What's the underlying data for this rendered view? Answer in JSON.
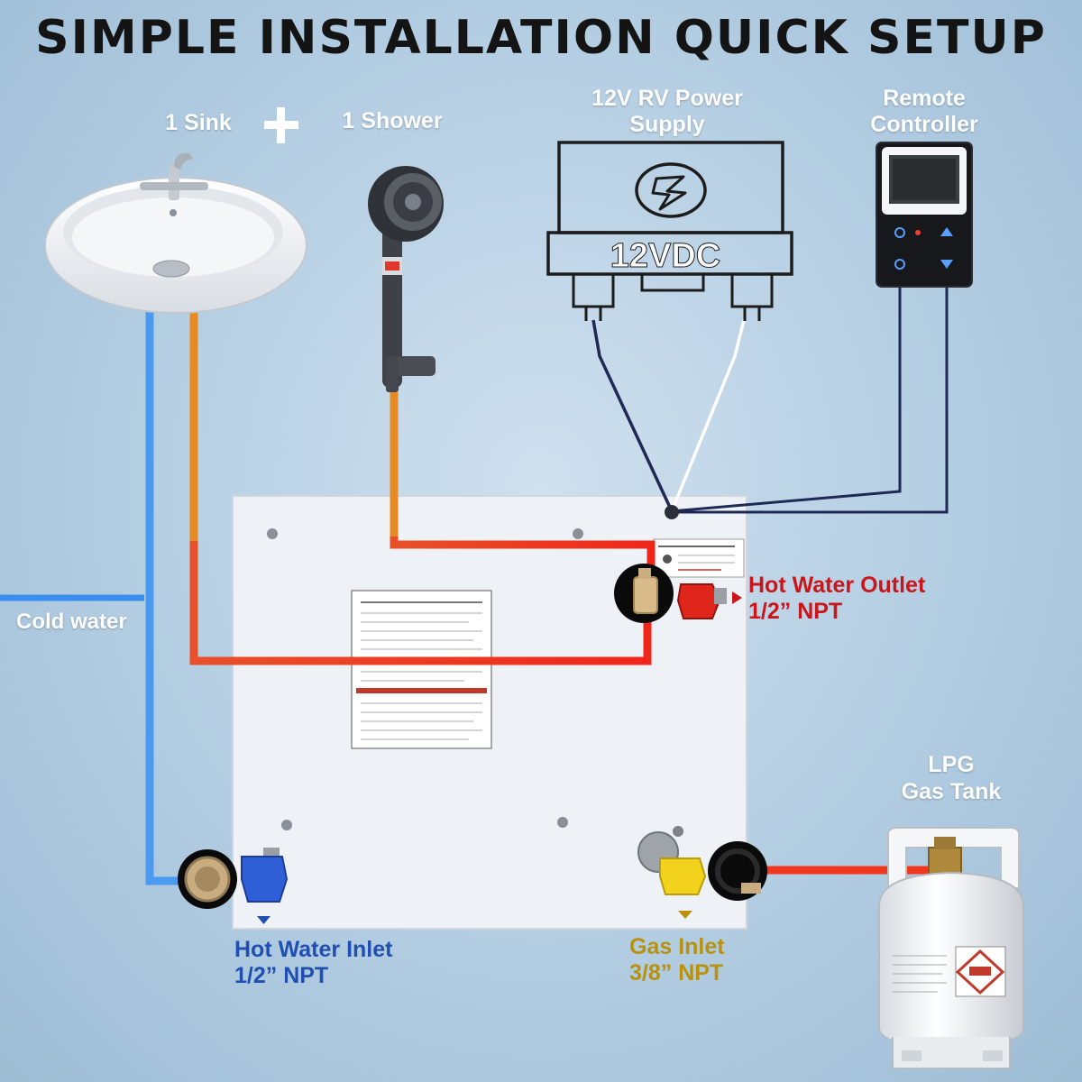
{
  "title": "SIMPLE INSTALLATION QUICK SETUP",
  "labels": {
    "sink": "1 Sink",
    "shower": "1 Shower",
    "power_line1": "12V RV Power",
    "power_line2": "Supply",
    "power_box": "12VDC",
    "remote_line1": "Remote",
    "remote_line2": "Controller",
    "cold_water": "Cold water",
    "outlet_line1": "Hot Water Outlet",
    "outlet_line2": "1/2” NPT",
    "inlet_line1": "Hot Water Inlet",
    "inlet_line2": "1/2” NPT",
    "gas_line1": "Gas Inlet",
    "gas_line2": "3/8” NPT",
    "lpg_line1": "LPG",
    "lpg_line2": "Gas Tank"
  },
  "colors": {
    "cold_pipe": "#3a8ef0",
    "hot_pipe": "#f0371e",
    "warm_pipe": "#e88a24",
    "outlet_text": "#c8161b",
    "inlet_text": "#1f4fb0",
    "gas_text": "#b8920e",
    "wire_dark": "#1e2a55",
    "wire_white": "#ffffff"
  },
  "icons": {
    "sink": "sink-icon",
    "shower": "shower-head-icon",
    "plus": "plus-icon",
    "power_supply": "lightning-icon",
    "remote": "remote-controller-icon",
    "heater": "water-heater-icon",
    "tank": "lpg-tank-icon"
  }
}
